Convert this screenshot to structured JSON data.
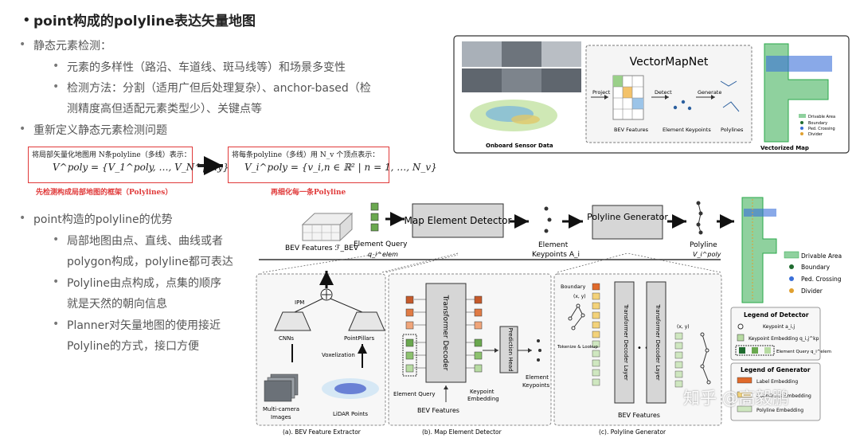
{
  "slide": {
    "title": "point构成的polyline表达矢量地图",
    "bullets": [
      {
        "text": "静态元素检测："
      },
      {
        "text": "元素的多样性（路沿、车道线、斑马线等）和场景多变性"
      },
      {
        "text": "检测方法：分割（适用广但后处理复杂）、anchor-based（检"
      },
      {
        "text": "测精度高但适配元素类型少）、关键点等"
      },
      {
        "text": "重新定义静态元素检测问题"
      },
      {
        "text": "point构造的polyline的优势"
      },
      {
        "text": "局部地图由点、直线、曲线或者"
      },
      {
        "text": "polygon构成，polyline都可表达"
      },
      {
        "text": "Polyline由点构成，点集的顺序"
      },
      {
        "text": "就是天然的朝向信息"
      },
      {
        "text": "Planner对矢量地图的使用接近"
      },
      {
        "text": "Polyline的方式，接口方便"
      }
    ]
  },
  "formula": {
    "left_label": "将局部矢量化地图用 N条polyline（多线）表示：",
    "left_eq": "V^poly = {V_1^poly, …, V_N^poly}",
    "left_caption": "先检测构成局部地图的框架（Polylines）",
    "right_label": "将每条polyline（多线）用 N_v 个顶点表示：",
    "right_eq": "V_i^poly = {v_i,n ∈ ℝ² | n = 1, …, N_v}",
    "right_caption": "再细化每一条Polyline"
  },
  "top_figure": {
    "title": "VectorMapNet",
    "project": "Project",
    "detect": "Detect",
    "generate": "Generate",
    "bev_features": "BEV Features",
    "element_keypoints": "Element Keypoints",
    "polylines": "Polylines",
    "onboard": "Onboard Sensor Data",
    "vectorized_map": "Vectorized Map",
    "legend": [
      "Drivable Area",
      "Boundary",
      "Ped. Crossing",
      "Divider"
    ]
  },
  "main_figure": {
    "bev_features_label": "BEV Features ℱ_BEV",
    "element_query": "Element Query",
    "element_query_sym": "q_i^elem",
    "map_element_detector": "Map Element Detector",
    "element_keypoints": "Element",
    "keypoints_sym": "Keypoints A_i",
    "polyline_generator": "Polyline Generator",
    "polyline": "Polyline",
    "polyline_sym": "V_i^poly",
    "legend_map": [
      "Drivable Area",
      "Boundary",
      "Ped. Crossing",
      "Divider"
    ],
    "panel_a": {
      "ipm": "IPM",
      "cnns": "CNNs",
      "pointpillars": "PointPillars",
      "voxelization": "Voxelization",
      "multicam": "Multi-camera",
      "images": "Images",
      "lidar": "LiDAR Points",
      "caption": "(a). BEV Feature Extractor"
    },
    "panel_b": {
      "decoder": "Transformer Decoder",
      "head": "Prediction Head",
      "element_query": "Element Query",
      "keypoint": "Keypoint",
      "embedding": "Embedding",
      "element": "Element",
      "keypoints": "Keypoints",
      "bev": "BEV Features",
      "caption": "(b). Map Element Detector"
    },
    "panel_c": {
      "boundary": "Boundary",
      "tokenize": "Tokenize & Lookup",
      "decoder_layer": "Transformer Decoder Layer",
      "xy": "(x, y)",
      "bev": "BEV Features",
      "caption": "(c). Polyline Generator"
    },
    "legend_detector": {
      "title": "Legend of Detector",
      "items": [
        "Keypoint a_i,j",
        "Keypoint Embedding q_i,j^kp",
        "Element Query q_i^elem"
      ]
    },
    "legend_generator": {
      "title": "Legend of Generator",
      "items": [
        "Label Embedding",
        "Coordinate Embedding",
        "Polyline Embedding"
      ]
    }
  },
  "watermark": "知乎 @高毅鹏",
  "colors": {
    "green_token": "#6aa84f",
    "orange_token": "#e06a2b",
    "map_green": "#8fd19e",
    "map_blue": "#3a6fd8",
    "red": "#e03a3a"
  }
}
